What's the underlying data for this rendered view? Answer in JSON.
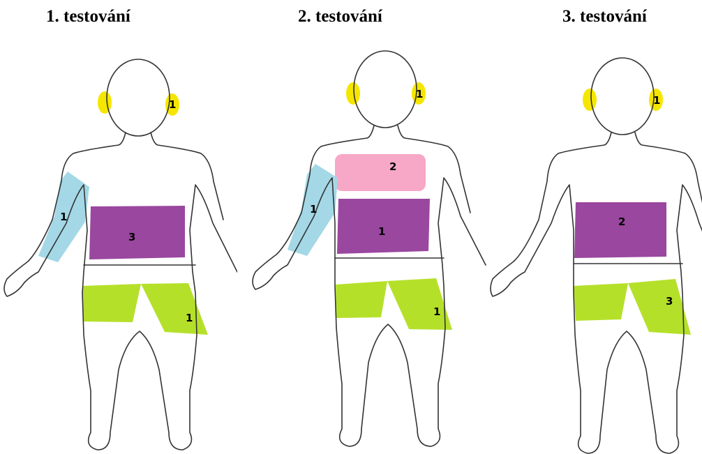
{
  "colors": {
    "ears": "#f5e600",
    "chest": "#f7a8c6",
    "abdomen": "#9a479f",
    "arm": "#a4d8e6",
    "thighs": "#b5e02a",
    "outline": "#333333"
  },
  "panels": [
    {
      "title": "1. testování",
      "zones": {
        "ear": "1",
        "arm": "1",
        "chest": "",
        "abdomen": "3",
        "thigh": "1"
      }
    },
    {
      "title": "2. testování",
      "zones": {
        "ear": "1",
        "arm": "1",
        "chest": "2",
        "abdomen": "1",
        "thigh": "1"
      }
    },
    {
      "title": "3. testování",
      "zones": {
        "ear": "1",
        "arm": "",
        "chest": "",
        "abdomen": "2",
        "thigh": "3"
      }
    }
  ]
}
